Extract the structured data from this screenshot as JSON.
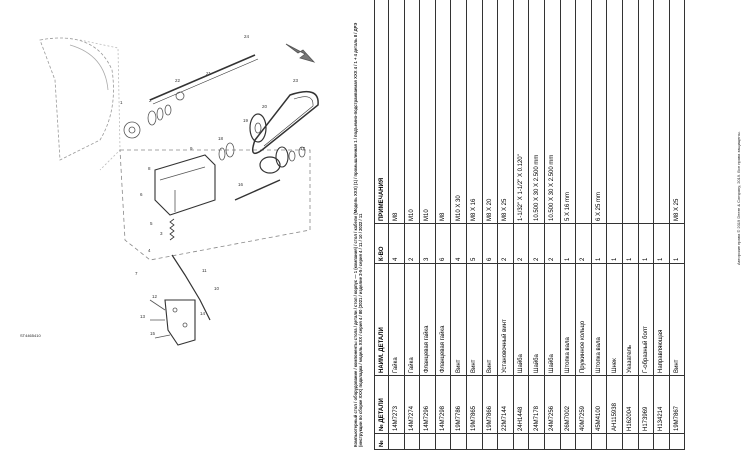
{
  "header_text": "Компьютерный стол / оборудование / компоненты стола / детали / стол / корпус — 1 (компания) / стол / кабели (Модель ХХХ) (1) / промышленная 1 / подъемно-подстраиваемая ХХХ 4 / 1 + 4 деталь 8 / ДРЭ (инструкции по сборке ХХХ) подкладка / модель ХХХ / серия 4 / 80 (2021 / изделие 2-5 / серия 4 / 11 / 10 / 2022 / 11",
  "drawing_id": "ST4465410",
  "footer_text": "Авторские права © 2019 Deere & Company, 2019. Все права защищены.",
  "table": {
    "headers": [
      "№",
      "№ ДЕТАЛИ",
      "НАИМ. ДЕТАЛИ",
      "К-ВО",
      "ПРИМЕЧАНИЯ"
    ],
    "rows": [
      [
        "",
        "14M7273",
        "Гайка",
        "4",
        "M8"
      ],
      [
        "",
        "14M7274",
        "Гайка",
        "2",
        "M10"
      ],
      [
        "",
        "14M7296",
        "Фланцевая гайка",
        "3",
        "M10"
      ],
      [
        "",
        "14M7298",
        "Фланцевая гайка",
        "6",
        "M8"
      ],
      [
        "",
        "19M7786",
        "Винт",
        "4",
        "M10 X 30"
      ],
      [
        "",
        "19M7865",
        "Винт",
        "5",
        "M8 X 16"
      ],
      [
        "",
        "19M7866",
        "Винт",
        "6",
        "M8 X 20"
      ],
      [
        "",
        "22M7144",
        "Установочный винт",
        "2",
        "M8 X 25"
      ],
      [
        "",
        "24H1448",
        "Шайба",
        "2",
        "1-1/32\" X 1-1/2\" X 0.120\""
      ],
      [
        "",
        "24M7178",
        "Шайба",
        "2",
        "10.500 X 30 X 2.500 mm"
      ],
      [
        "",
        "24M7256",
        "Шайба",
        "2",
        "10.500 X 30 X 2.500 mm"
      ],
      [
        "",
        "26M7002",
        "Штопка вала",
        "1",
        "5 X 16 mm"
      ],
      [
        "",
        "40M7259",
        "Пружинное кольцо",
        "2",
        ""
      ],
      [
        "",
        "45M4100",
        "Штопка вала",
        "1",
        "6 X 25 mm"
      ],
      [
        "",
        "AH115938",
        "Шнек",
        "1",
        ""
      ],
      [
        "",
        "H162004",
        "Указатель",
        "1",
        ""
      ],
      [
        "",
        "H173969",
        "Г-образный болт",
        "1",
        ""
      ],
      [
        "",
        "H134214",
        "Направляющая",
        "1",
        ""
      ],
      [
        "",
        "19M7867",
        "Винт",
        "1",
        "M8 X 25"
      ]
    ]
  },
  "callouts": [
    "1",
    "2",
    "3",
    "4",
    "5",
    "6",
    "7",
    "8",
    "9",
    "10",
    "11",
    "12",
    "13",
    "14",
    "15",
    "16",
    "17",
    "18",
    "19",
    "20",
    "21",
    "22",
    "23",
    "24"
  ]
}
